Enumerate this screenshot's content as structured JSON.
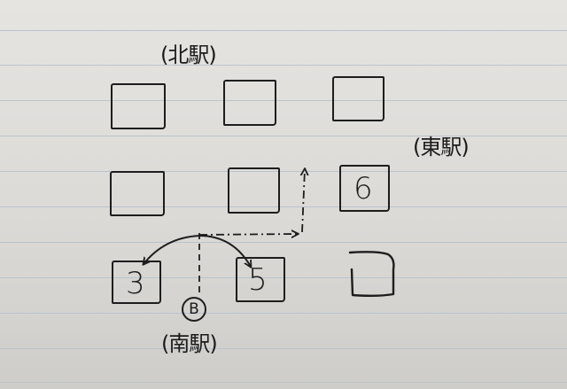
{
  "stations": {
    "north": "(北駅)",
    "east": "(東駅)",
    "south": "(南駅)"
  },
  "blocks": {
    "middle_right": "6",
    "bottom_left": "3",
    "bottom_middle": "5"
  },
  "marker": {
    "label": "B"
  },
  "colors": {
    "ink": "#1d1d1d",
    "paper": "#e2e0dd",
    "rule_lines": "#b9c3cc"
  }
}
